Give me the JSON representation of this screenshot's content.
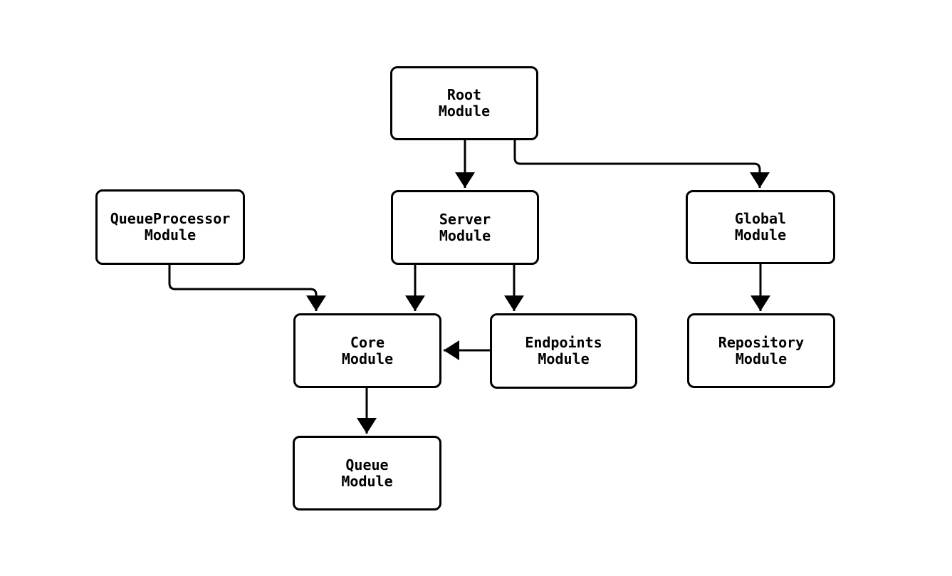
{
  "diagram": {
    "type": "flowchart",
    "direction": "top-down",
    "colors": {
      "background": "#ffffff",
      "node_fill": "#ffffff",
      "node_stroke": "#000000",
      "edge": "#000000",
      "text": "#000000"
    },
    "nodes": [
      {
        "id": "root",
        "label": "Root\nModule"
      },
      {
        "id": "server",
        "label": "Server\nModule"
      },
      {
        "id": "global",
        "label": "Global\nModule"
      },
      {
        "id": "queueprocessor",
        "label": "QueueProcessor\nModule"
      },
      {
        "id": "core",
        "label": "Core\nModule"
      },
      {
        "id": "endpoints",
        "label": "Endpoints\nModule"
      },
      {
        "id": "repository",
        "label": "Repository\nModule"
      },
      {
        "id": "queue",
        "label": "Queue\nModule"
      }
    ],
    "edges": [
      {
        "from": "Root Module",
        "to": "Server Module"
      },
      {
        "from": "Root Module",
        "to": "Global Module"
      },
      {
        "from": "QueueProcessor Module",
        "to": "Core Module"
      },
      {
        "from": "Server Module",
        "to": "Core Module"
      },
      {
        "from": "Server Module",
        "to": "Endpoints Module"
      },
      {
        "from": "Endpoints Module",
        "to": "Core Module"
      },
      {
        "from": "Global Module",
        "to": "Repository Module"
      },
      {
        "from": "Core Module",
        "to": "Queue Module"
      }
    ]
  }
}
